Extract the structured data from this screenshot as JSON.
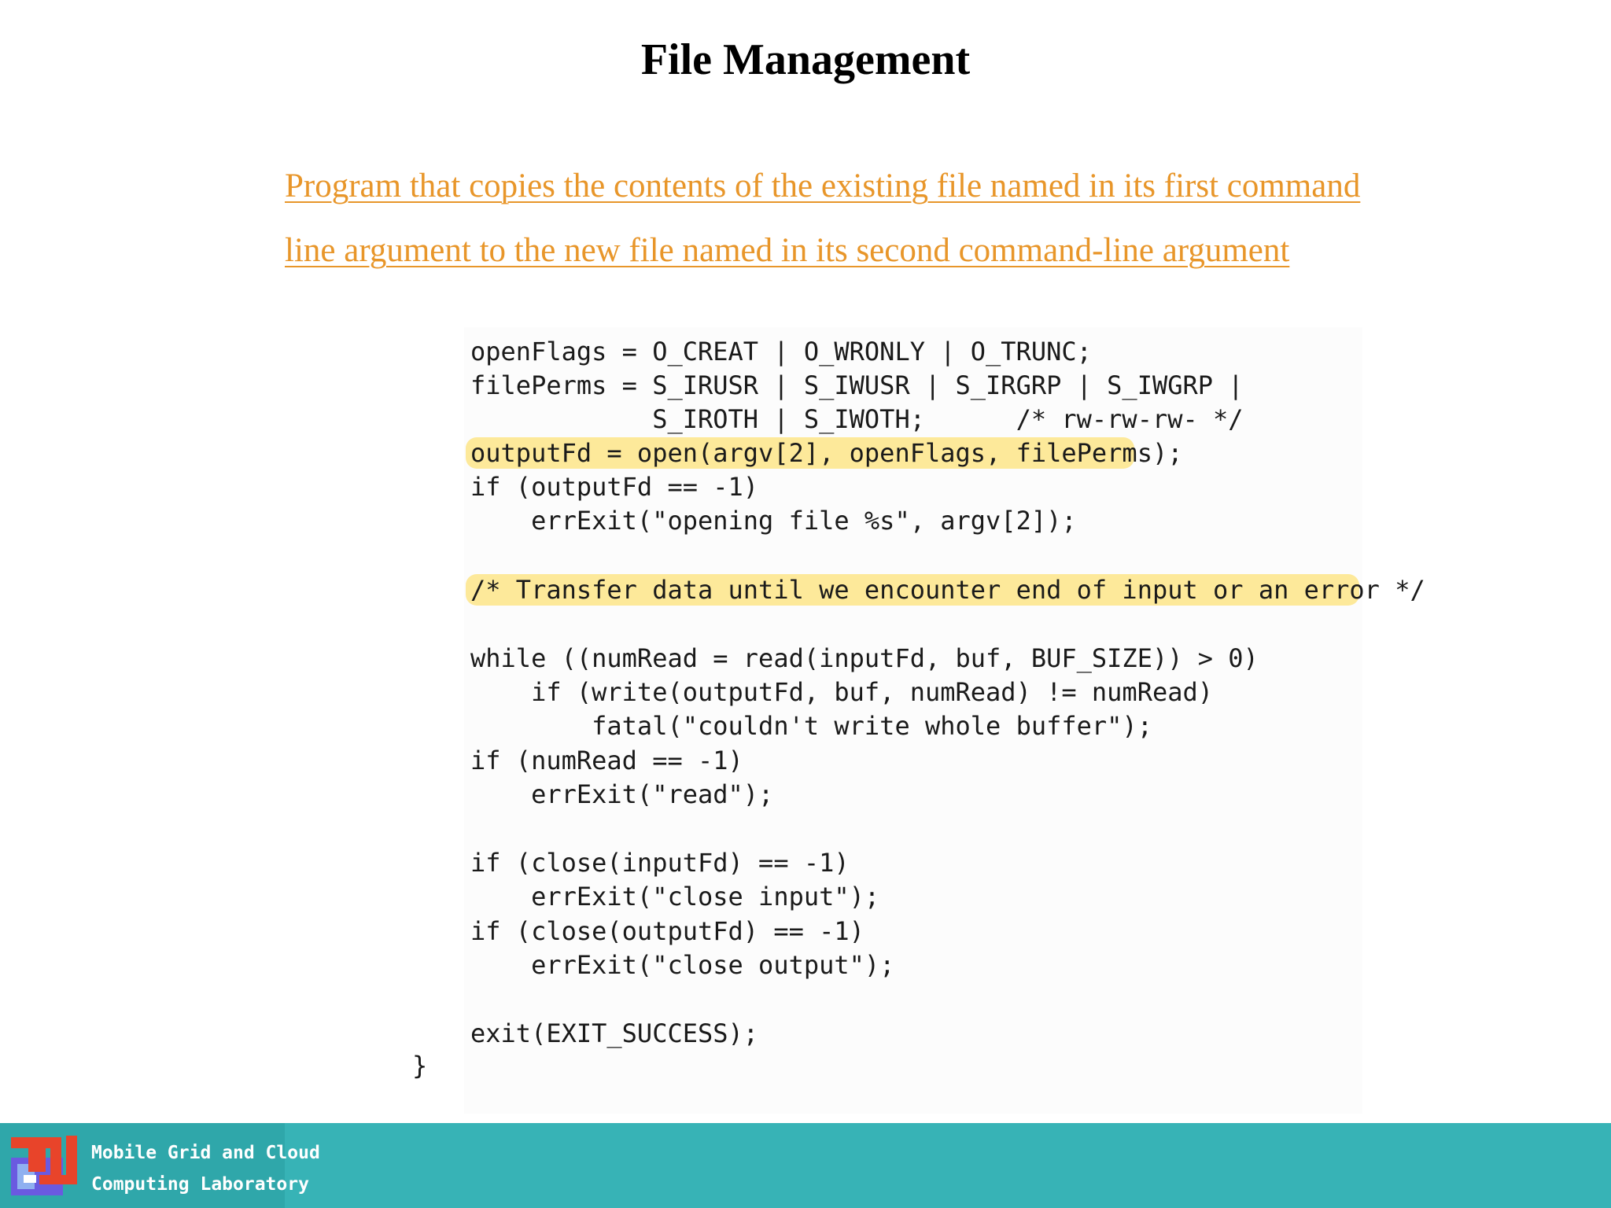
{
  "slide": {
    "title": "File Management",
    "subtitle_lines": [
      "Program that copies the contents of the existing file named in its first command",
      "line argument to the new file named in its second command-line argument"
    ]
  },
  "code": {
    "lines": [
      "openFlags = O_CREAT | O_WRONLY | O_TRUNC;",
      "filePerms = S_IRUSR | S_IWUSR | S_IRGRP | S_IWGRP |",
      "            S_IROTH | S_IWOTH;      /* rw-rw-rw- */",
      "outputFd = open(argv[2], openFlags, filePerms);",
      "if (outputFd == -1)",
      "    errExit(\"opening file %s\", argv[2]);",
      "/* Transfer data until we encounter end of input or an error */",
      "while ((numRead = read(inputFd, buf, BUF_SIZE)) > 0)",
      "    if (write(outputFd, buf, numRead) != numRead)",
      "        fatal(\"couldn't write whole buffer\");",
      "if (numRead == -1)",
      "    errExit(\"read\");",
      "if (close(inputFd) == -1)",
      "    errExit(\"close input\");",
      "if (close(outputFd) == -1)",
      "    errExit(\"close output\");",
      "exit(EXIT_SUCCESS);"
    ],
    "closing_brace": "}",
    "highlight_color": "#fde99a"
  },
  "footer": {
    "lab_name_line1": "Mobile Grid and Cloud",
    "lab_name_line2": "Computing Laboratory",
    "bar_color": "#37b3b6"
  },
  "colors": {
    "subtitle": "#e8962a",
    "title": "#000000"
  }
}
